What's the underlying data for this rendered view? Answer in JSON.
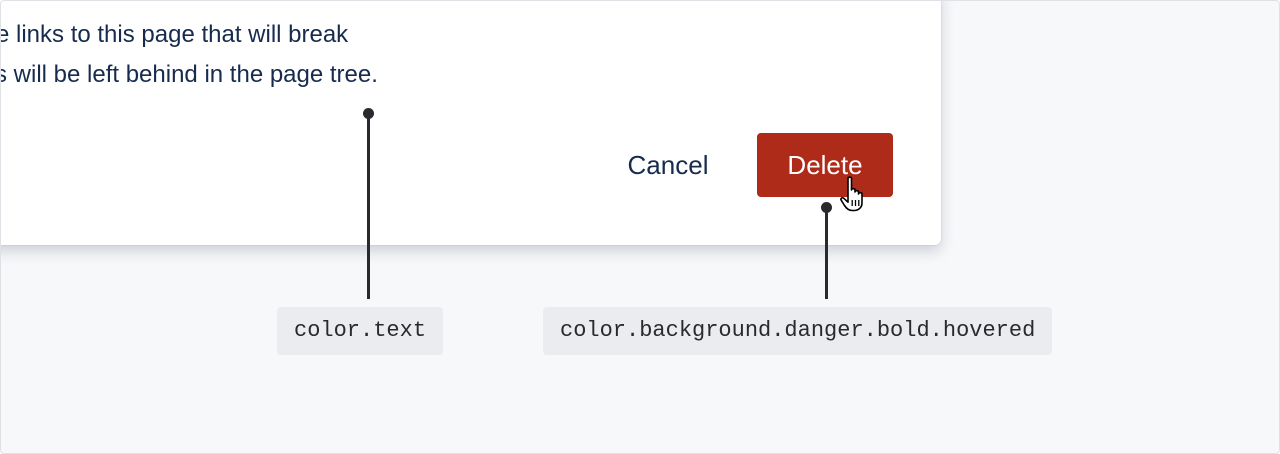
{
  "modal": {
    "body_line_1": "e links to this page that will break",
    "body_line_2": "s will be left behind in the page tree.",
    "cancel_label": "Cancel",
    "delete_label": "Delete"
  },
  "annotations": [
    {
      "token": "color.text"
    },
    {
      "token": "color.background.danger.bold.hovered"
    }
  ],
  "colors": {
    "text": "#172B4D",
    "danger_bold_hovered": "#AE2A19",
    "token_background": "#EBECF0",
    "canvas_background": "#F7F8FA"
  },
  "icons": {
    "cursor": "hand-pointer-icon"
  }
}
